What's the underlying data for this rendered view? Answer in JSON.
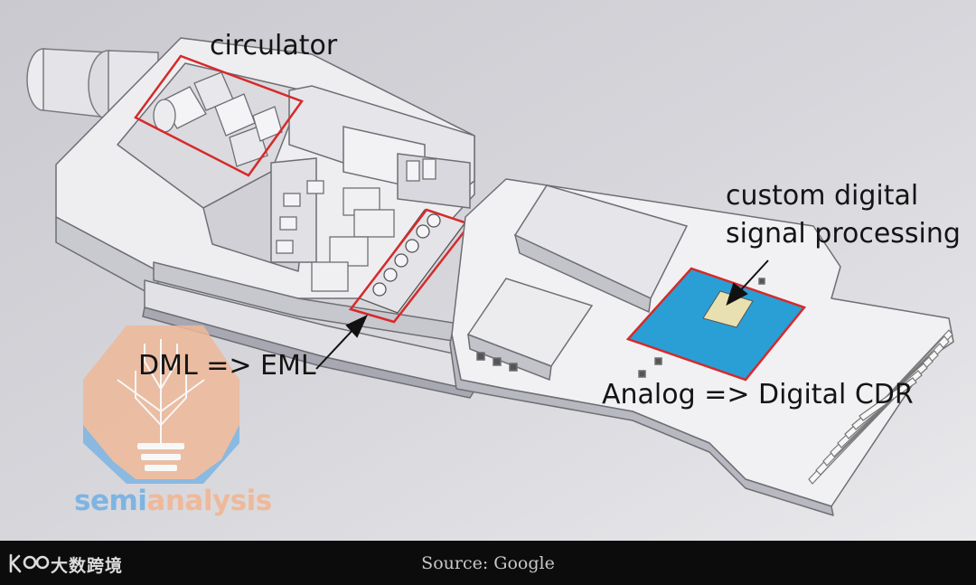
{
  "labels": {
    "circulator": "circulator",
    "dsp_line1": "custom digital",
    "dsp_line2": "signal processing",
    "dml_eml": "DML => EML",
    "cdr": "Analog => Digital CDR"
  },
  "watermark": {
    "part1": "semi",
    "part2": "analysis"
  },
  "footer": {
    "brand": "大数跨境",
    "source": "Source: Google"
  },
  "colors": {
    "highlight": "#d62a2a",
    "dsp_chip": "#2a9fd6",
    "dsp_die": "#e8e0b0",
    "watermark_orange": "#efb999",
    "watermark_blue": "#7db4e3"
  }
}
